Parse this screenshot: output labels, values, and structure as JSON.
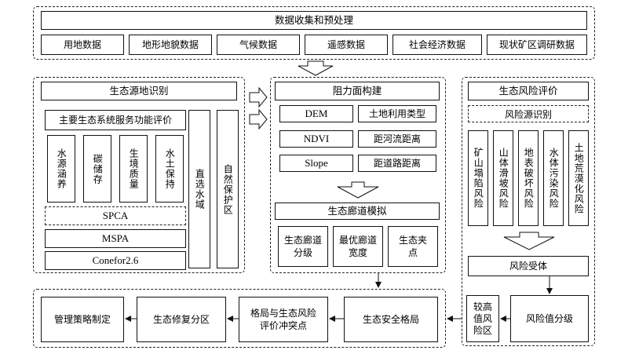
{
  "data_collection": {
    "title": "数据收集和预处理",
    "items": [
      "用地数据",
      "地形地貌数据",
      "气候数据",
      "遥感数据",
      "社会经济数据",
      "现状矿区调研数据"
    ]
  },
  "source_identification": {
    "title": "生态源地识别",
    "service_eval": "主要生态系统服务功能评价",
    "services": [
      "水源涵养",
      "碳储存",
      "生境质量",
      "水土保持"
    ],
    "spca": "SPCA",
    "mspa": "MSPA",
    "conefor": "Conefor2.6",
    "direct_select": "直选水域",
    "nature_reserve": "自然保护区"
  },
  "resistance": {
    "title": "阻力面构建",
    "factors": [
      "DEM",
      "土地利用类型",
      "NDVI",
      "距河流距离",
      "Slope",
      "距道路距离"
    ]
  },
  "corridor": {
    "title": "生态廊道模拟",
    "items": [
      "生态廊道\n分级",
      "最优廊道\n宽度",
      "生态夹\n点"
    ]
  },
  "risk": {
    "title": "生态风险评价",
    "source_title": "风险源识别",
    "sources": [
      "矿山塌陷风险",
      "山体滑坡风险",
      "地表破坏风险",
      "水体污染风险",
      "土地荒漠化风险"
    ],
    "receptor": "风险受体",
    "value_grading": "风险值分级",
    "high_risk_zone": "较高\n值风\n险区"
  },
  "bottom": {
    "security_pattern": "生态安全格局",
    "conflict": "格局与生态风险\n评价冲突点",
    "restoration": "生态修复分区",
    "strategy": "管理策略制定"
  }
}
